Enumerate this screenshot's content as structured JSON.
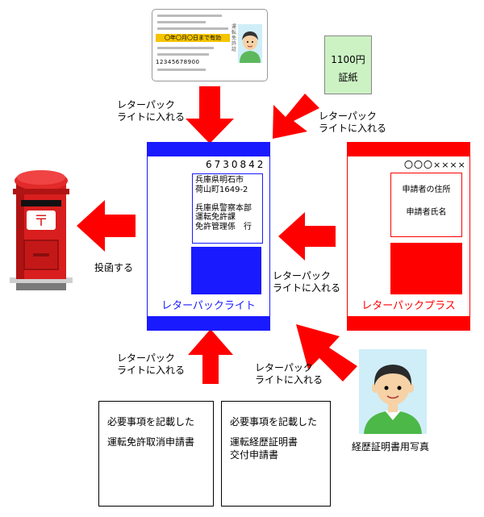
{
  "license": {
    "date_band": "〇年〇月〇日まで有効",
    "number": "12345678900",
    "side_text": "運転免許証"
  },
  "stamp": {
    "amount": "1100円",
    "label": "証紙"
  },
  "arrow_labels": {
    "top_left": "レターパック\nライトに入れる",
    "top_right": "レターパック\nライトに入れる",
    "middle": "レターパック\nライトに入れる",
    "bottom_left": "レターパック\nライトに入れる",
    "bottom_right": "レターパック\nライトに入れる",
    "post": "投函する"
  },
  "letterpack_light": {
    "postal_code": "6730842",
    "address": "兵庫県明石市\n荷山町1649-2\n\n兵庫県警察本部\n運転免許課\n免許管理係　行",
    "product_name": "レターパックライト",
    "color": "#1a1aff"
  },
  "letterpack_plus": {
    "sender_code": "〇〇〇××××",
    "address_line": "申請者の住所",
    "name_line": "申請者氏名",
    "product_name": "レターパックプラス",
    "color": "#ff0000"
  },
  "doc1": {
    "title": "必要事項を記載した",
    "body": "運転免許取消申請書"
  },
  "doc2": {
    "title": "必要事項を記載した",
    "body": "運転経歴証明書\n交付申請書"
  },
  "photo": {
    "caption": "経歴証明書用写真"
  },
  "arrow_color": "#ff0000"
}
